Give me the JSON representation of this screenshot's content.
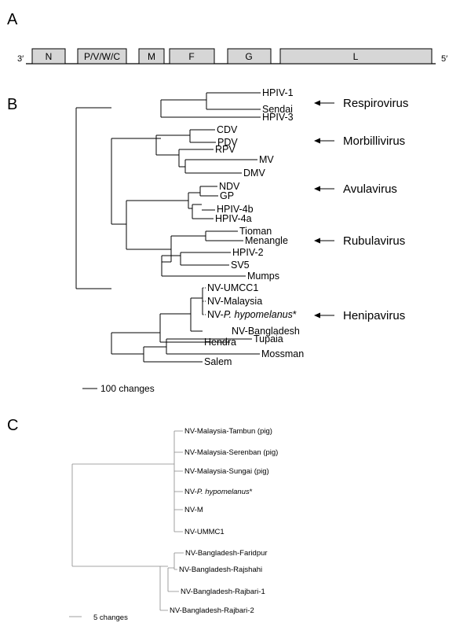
{
  "panel_a": {
    "letter": "A",
    "three_prime": "3′",
    "five_prime": "5′",
    "genes": [
      "N",
      "P/V/W/C",
      "M",
      "F",
      "G",
      "L"
    ]
  },
  "panel_b": {
    "letter": "B",
    "leaves": {
      "hpiv1": "HPIV-1",
      "sendai": "Sendai",
      "hpiv3": "HPIV-3",
      "cdv": "CDV",
      "pdv": "PDV",
      "rpv": "RPV",
      "mv": "MV",
      "dmv": "DMV",
      "ndv": "NDV",
      "gp": "GP",
      "hpiv4b": "HPIV-4b",
      "hpiv4a": "HPIV-4a",
      "tioman": "Tioman",
      "menangle": "Menangle",
      "hpiv2": "HPIV-2",
      "sv5": "SV5",
      "mumps": "Mumps",
      "nv_umcc1": "NV-UMCC1",
      "nv_malaysia": "NV-Malaysia",
      "nv_phyp_prefix": "NV-",
      "nv_phyp_species": "P. hypomelanus",
      "nv_phyp_suffix": "*",
      "nv_bangladesh": "NV-Bangladesh",
      "hendra": "Hendra",
      "tupaia": "Tupaia",
      "mossman": "Mossman",
      "salem": "Salem"
    },
    "genera": [
      "Respirovirus",
      "Morbillivirus",
      "Avulavirus",
      "Rubulavirus",
      "Henipavirus"
    ],
    "scale_label": "100 changes"
  },
  "panel_c": {
    "letter": "C",
    "leaves": {
      "tambun": "NV-Malaysia-Tambun (pig)",
      "serenban": "NV-Malaysia-Serenban (pig)",
      "sungai": "NV-Malaysia-Sungai (pig)",
      "phyp_prefix": "NV-",
      "phyp_species": "P. hypomelanus",
      "phyp_suffix": "*",
      "nvm": "NV-M",
      "ummc1": "NV-UMMC1",
      "faridpur": "NV-Bangladesh-Faridpur",
      "rajshahi": "NV-Bangladesh-Rajshahi",
      "rajbari1": "NV-Bangladesh-Rajbari-1",
      "rajbari2": "NV-Bangladesh-Rajbari-2"
    },
    "scale_label": "5 changes"
  }
}
